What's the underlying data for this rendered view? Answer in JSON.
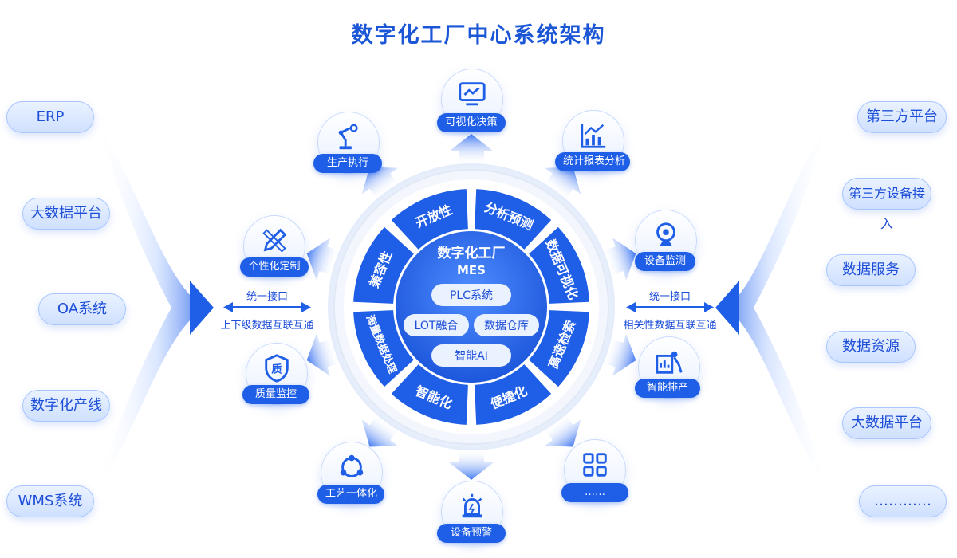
{
  "title": "数字化工厂中心系统架构",
  "center": {
    "line1": "数字化工厂",
    "line2": "MES"
  },
  "core_modules": [
    "PLC系统",
    "LOT融合",
    "数据仓库",
    "智能AI"
  ],
  "segments": [
    "开放性",
    "分析预测",
    "数据可视化",
    "高速检索",
    "便捷化",
    "智能化",
    "海量数据处理",
    "兼容性"
  ],
  "nodes": {
    "visual_decision": "可视化决策",
    "stats_report": "统计报表分析",
    "device_monitor": "设备监测",
    "smart_schedule": "智能排产",
    "more": "……",
    "device_alarm": "设备预警",
    "process_integration": "工艺一体化",
    "quality_monitor": "质量监控",
    "personalization": "个性化定制",
    "production_exec": "生产执行"
  },
  "left_interface": {
    "top": "统一接口",
    "bottom": "上下级数据互联互通"
  },
  "right_interface": {
    "top": "统一接口",
    "bottom": "相关性数据互联互通"
  },
  "left_systems": [
    "ERP",
    "大数据平台",
    "OA系统",
    "数字化产线",
    "WMS系统"
  ],
  "right_systems": [
    "第三方平台",
    "第三方设备接入",
    "数据服务",
    "数据资源",
    "大数据平台",
    "…………"
  ],
  "colors": {
    "primary": "#1f5ee6",
    "light": "#e6efff",
    "title": "#1a56d6"
  }
}
